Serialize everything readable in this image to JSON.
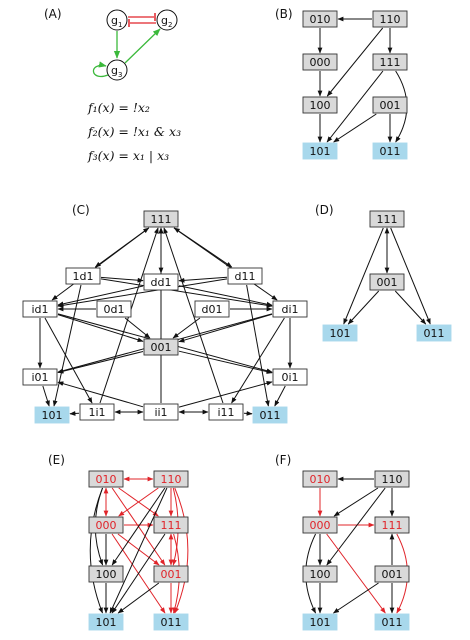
{
  "colors": {
    "gray_fill": "#d9d9d9",
    "blue_fill": "#a8d8ec",
    "white_fill": "#ffffff",
    "black": "#111111",
    "red": "#e0242a",
    "green": "#3cb93c"
  },
  "panels": {
    "A": {
      "label": "(A)",
      "genes": [
        {
          "id": "g1",
          "label": "g",
          "sub": "1"
        },
        {
          "id": "g2",
          "label": "g",
          "sub": "2"
        },
        {
          "id": "g3",
          "label": "g",
          "sub": "3"
        }
      ],
      "equations": [
        "f₁(x) = !x₂",
        "f₂(x) = !x₁ & x₃",
        "f₃(x) = x₁ | x₃"
      ]
    },
    "B": {
      "label": "(B)",
      "nodes": [
        {
          "id": "b010",
          "label": "010",
          "style": "gray"
        },
        {
          "id": "b110",
          "label": "110",
          "style": "gray"
        },
        {
          "id": "b000",
          "label": "000",
          "style": "gray"
        },
        {
          "id": "b111",
          "label": "111",
          "style": "gray"
        },
        {
          "id": "b100",
          "label": "100",
          "style": "gray"
        },
        {
          "id": "b001",
          "label": "001",
          "style": "gray"
        },
        {
          "id": "b101",
          "label": "101",
          "style": "blue"
        },
        {
          "id": "b011",
          "label": "011",
          "style": "blue"
        }
      ]
    },
    "C": {
      "label": "(C)",
      "nodes": [
        {
          "id": "c111",
          "label": "111",
          "style": "gray"
        },
        {
          "id": "c1d1",
          "label": "1d1",
          "style": "white"
        },
        {
          "id": "cdd1",
          "label": "dd1",
          "style": "white"
        },
        {
          "id": "cd11",
          "label": "d11",
          "style": "white"
        },
        {
          "id": "cid1",
          "label": "id1",
          "style": "white"
        },
        {
          "id": "c0d1",
          "label": "0d1",
          "style": "white"
        },
        {
          "id": "cd01",
          "label": "d01",
          "style": "white"
        },
        {
          "id": "cdi1",
          "label": "di1",
          "style": "white"
        },
        {
          "id": "c001",
          "label": "001",
          "style": "gray"
        },
        {
          "id": "ci01",
          "label": "i01",
          "style": "white"
        },
        {
          "id": "c0i1",
          "label": "0i1",
          "style": "white"
        },
        {
          "id": "c101",
          "label": "101",
          "style": "blue"
        },
        {
          "id": "c1i1",
          "label": "1i1",
          "style": "white"
        },
        {
          "id": "cii1",
          "label": "ii1",
          "style": "white"
        },
        {
          "id": "ci11",
          "label": "i11",
          "style": "white"
        },
        {
          "id": "c011",
          "label": "011",
          "style": "blue"
        }
      ]
    },
    "D": {
      "label": "(D)",
      "nodes": [
        {
          "id": "d111",
          "label": "111",
          "style": "gray"
        },
        {
          "id": "d001",
          "label": "001",
          "style": "gray"
        },
        {
          "id": "d101",
          "label": "101",
          "style": "blue"
        },
        {
          "id": "d011",
          "label": "011",
          "style": "blue"
        }
      ]
    },
    "E": {
      "label": "(E)",
      "nodes": [
        {
          "id": "e010",
          "label": "010",
          "style": "gray",
          "text": "red"
        },
        {
          "id": "e110",
          "label": "110",
          "style": "gray",
          "text": "red"
        },
        {
          "id": "e000",
          "label": "000",
          "style": "gray",
          "text": "red"
        },
        {
          "id": "e111",
          "label": "111",
          "style": "gray",
          "text": "red"
        },
        {
          "id": "e100",
          "label": "100",
          "style": "gray",
          "text": "black"
        },
        {
          "id": "e001",
          "label": "001",
          "style": "gray",
          "text": "red"
        },
        {
          "id": "e101",
          "label": "101",
          "style": "blue",
          "text": "black"
        },
        {
          "id": "e011",
          "label": "011",
          "style": "blue",
          "text": "black"
        }
      ]
    },
    "F": {
      "label": "(F)",
      "nodes": [
        {
          "id": "f010",
          "label": "010",
          "style": "gray",
          "text": "red"
        },
        {
          "id": "f110",
          "label": "110",
          "style": "gray",
          "text": "black"
        },
        {
          "id": "f000",
          "label": "000",
          "style": "gray",
          "text": "red"
        },
        {
          "id": "f111",
          "label": "111",
          "style": "gray",
          "text": "red"
        },
        {
          "id": "f100",
          "label": "100",
          "style": "gray",
          "text": "black"
        },
        {
          "id": "f001",
          "label": "001",
          "style": "gray",
          "text": "black"
        },
        {
          "id": "f101",
          "label": "101",
          "style": "blue",
          "text": "black"
        },
        {
          "id": "f011",
          "label": "011",
          "style": "blue",
          "text": "black"
        }
      ]
    }
  }
}
